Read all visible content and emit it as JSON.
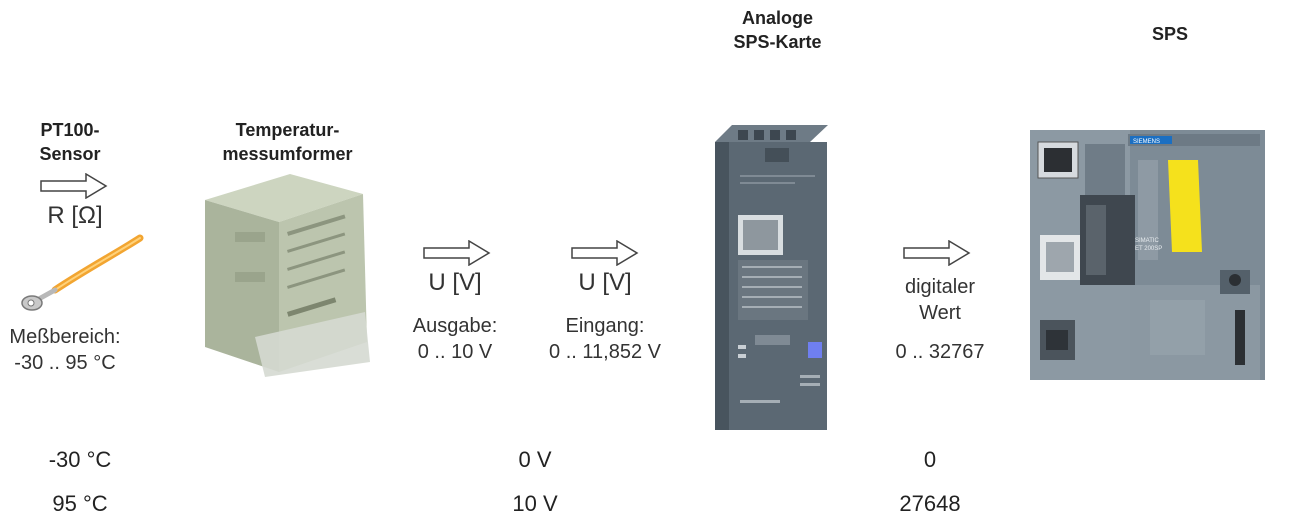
{
  "sensor": {
    "title_line1": "PT100-",
    "title_line2": "Sensor",
    "signal": "R [Ω]",
    "range_label": "Meßbereich:",
    "range_value": "-30 .. 95 °C"
  },
  "transmitter": {
    "title_line1": "Temperatur-",
    "title_line2": "messumformer"
  },
  "output": {
    "signal": "U [V]",
    "label": "Ausgabe:",
    "range": "0 .. 10 V"
  },
  "input": {
    "signal": "U [V]",
    "label": "Eingang:",
    "range": "0 .. 11,852 V"
  },
  "card": {
    "title_line1": "Analoge",
    "title_line2": "SPS-Karte"
  },
  "digital": {
    "label_line1": "digitaler",
    "label_line2": "Wert",
    "range": "0 .. 32767"
  },
  "plc": {
    "title": "SPS",
    "brand": "SIEMENS",
    "model_line1": "SIMATIC",
    "model_line2": "ET 200SP"
  },
  "mapping": {
    "temp_low": "-30 °C",
    "temp_high": "95 °C",
    "volt_low": "0 V",
    "volt_high": "10 V",
    "digital_low": "0",
    "digital_high": "27648"
  },
  "colors": {
    "module_body": "#5b6873",
    "transmitter_body": "#b9c2ac",
    "cable": "#f2a531",
    "plc_yellow": "#f5e11c"
  }
}
